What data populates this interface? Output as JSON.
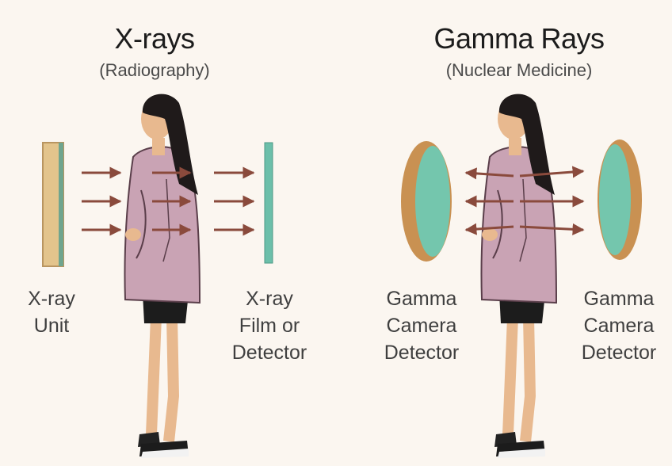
{
  "xray": {
    "title": "X-rays",
    "subtitle": "(Radiography)",
    "source_label": [
      "X-ray",
      "Unit"
    ],
    "detector_label": [
      "X-ray",
      "Film or",
      "Detector"
    ]
  },
  "gamma": {
    "title": "Gamma Rays",
    "subtitle": "(Nuclear Medicine)",
    "left_detector_label": [
      "Gamma",
      "Camera",
      "Detector"
    ],
    "right_detector_label": [
      "Gamma",
      "Camera",
      "Detector"
    ]
  },
  "colors": {
    "background": "#fbf6f0",
    "arrow": "#8a4a3c",
    "xray_unit": "#e3c48c",
    "detector_plate": "#6cbfaa",
    "camera_rim": "#c99152",
    "camera_face": "#74c6ad",
    "jacket": "#c9a3b4",
    "hair": "#1f1a1a",
    "skin": "#e8b98f",
    "skirt": "#1c1c1c"
  }
}
